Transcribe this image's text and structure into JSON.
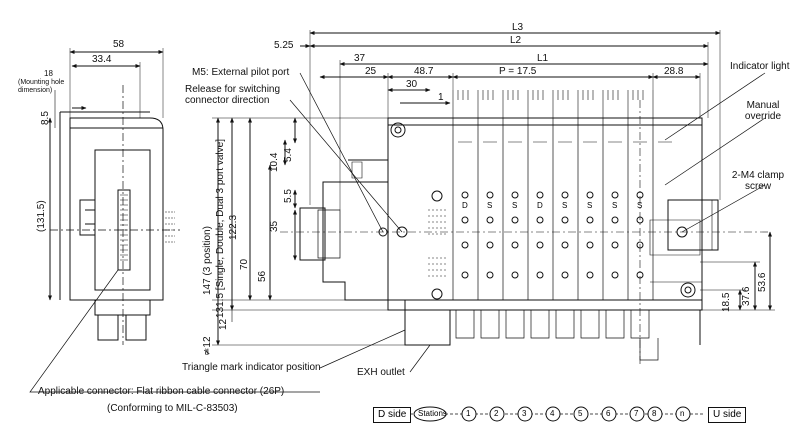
{
  "side_view": {
    "dims": {
      "width": "58",
      "d33": "33.4",
      "d18": "18",
      "mounting_note": "(Mounting hole dimension)",
      "d85": "8.5",
      "height": "(131.5)"
    },
    "connector_note": "Applicable connector: Flat ribbon cable connector (26P)",
    "conforming_note": "(Conforming to MIL-C-83503)"
  },
  "front_view": {
    "dims": {
      "L3": "L3",
      "L2": "L2",
      "L1": "L1",
      "d525": "5.25",
      "d37": "37",
      "d25": "25",
      "d487": "48.7",
      "pitch": "P = 17.5",
      "d288": "28.8",
      "d30": "30",
      "d1": "1",
      "d104": "10.4",
      "d54": "5.4",
      "d55": "5.5",
      "d35": "35",
      "d1223": "122.3",
      "d70": "70",
      "d56": "56",
      "d147": "147 (3 position)",
      "d1315": "131.5 [Single, Double, Dual 3 port valve]",
      "d12a": "12",
      "d12b": "≄12",
      "d185": "18.5",
      "d376": "37.6",
      "d536": "53.6"
    },
    "callouts": {
      "m5": "M5: External pilot port",
      "release": "Release for switching connector direction",
      "indicator": "Indicator light",
      "manual": "Manual override",
      "clamp": "2-M4 clamp screw",
      "triangle": "Triangle mark indicator position",
      "exh": "EXH outlet"
    },
    "valve_marks": [
      "D",
      "S",
      "S",
      "D",
      "S",
      "S",
      "S",
      "S"
    ]
  },
  "legend": {
    "d_side": "D side",
    "stations": "Stations",
    "numbers": [
      "1",
      "2",
      "3",
      "4",
      "5",
      "6",
      "7",
      "8",
      "n"
    ],
    "u_side": "U side"
  }
}
